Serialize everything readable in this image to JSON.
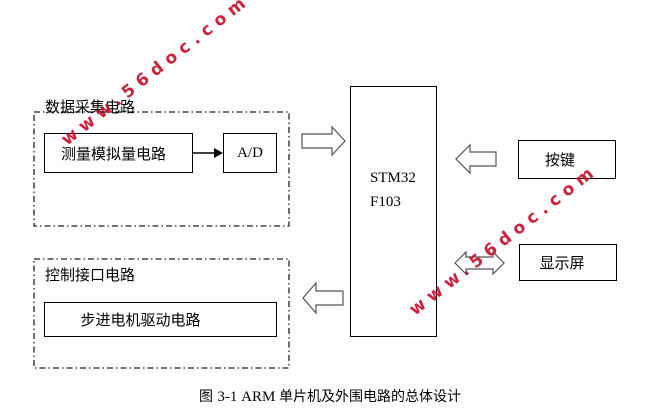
{
  "diagram": {
    "groups": {
      "data_acquisition": {
        "title": "数据采集电路",
        "blocks": {
          "analog_measure": "测量模拟量电路",
          "adc": "A/D"
        }
      },
      "control_interface": {
        "title": "控制接口电路",
        "blocks": {
          "stepper_driver": "步进电机驱动电路"
        }
      }
    },
    "mcu": {
      "line1": "STM32",
      "line2": "F103"
    },
    "peripherals": {
      "keys": "按键",
      "display": "显示屏"
    },
    "connections": [
      {
        "from": "测量模拟量电路",
        "to": "A/D",
        "type": "line-arrow"
      },
      {
        "from": "数据采集电路",
        "to": "STM32 F103",
        "type": "block-arrow-right"
      },
      {
        "from": "STM32 F103",
        "to": "控制接口电路",
        "type": "block-arrow-left"
      },
      {
        "from": "按键",
        "to": "STM32 F103",
        "type": "block-arrow-left"
      },
      {
        "from": "STM32 F103",
        "to": "显示屏",
        "type": "block-arrow-bidirectional"
      }
    ]
  },
  "caption": {
    "prefix": "图 ",
    "number": "3-1 ARM ",
    "text": "单片机及外围电路的总体设计"
  },
  "watermarks": [
    "www.56doc.com",
    "www.56doc.com"
  ],
  "colors": {
    "line": "#000000",
    "watermark": "#c8102e",
    "background": "#ffffff"
  }
}
